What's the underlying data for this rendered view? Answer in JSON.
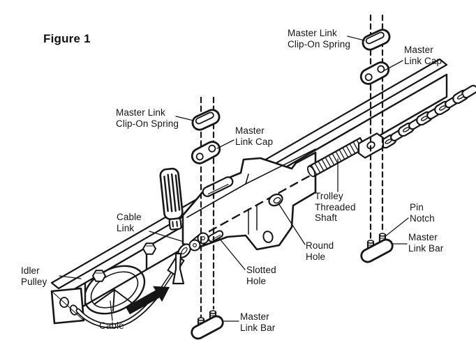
{
  "figure": {
    "title": "Figure 1"
  },
  "labels": {
    "master_link_clip_on_spring_top": "Master Link\nClip-On Spring",
    "master_link_cap_top": "Master\nLink Cap",
    "master_link_clip_on_spring_mid": "Master Link\nClip-On Spring",
    "master_link_cap_mid": "Master\nLink Cap",
    "trolley_threaded_shaft": "Trolley\nThreaded\nShaft",
    "pin_notch": "Pin\nNotch",
    "master_link_bar_right": "Master\nLink Bar",
    "cable_link": "Cable\nLink",
    "round_hole": "Round\nHole",
    "slotted_hole": "Slotted\nHole",
    "idler_pulley": "Idler\nPulley",
    "cable": "Cable",
    "master_link_bar_bottom": "Master\nLink Bar"
  },
  "colors": {
    "ink": "#161616",
    "background": "#ffffff"
  }
}
